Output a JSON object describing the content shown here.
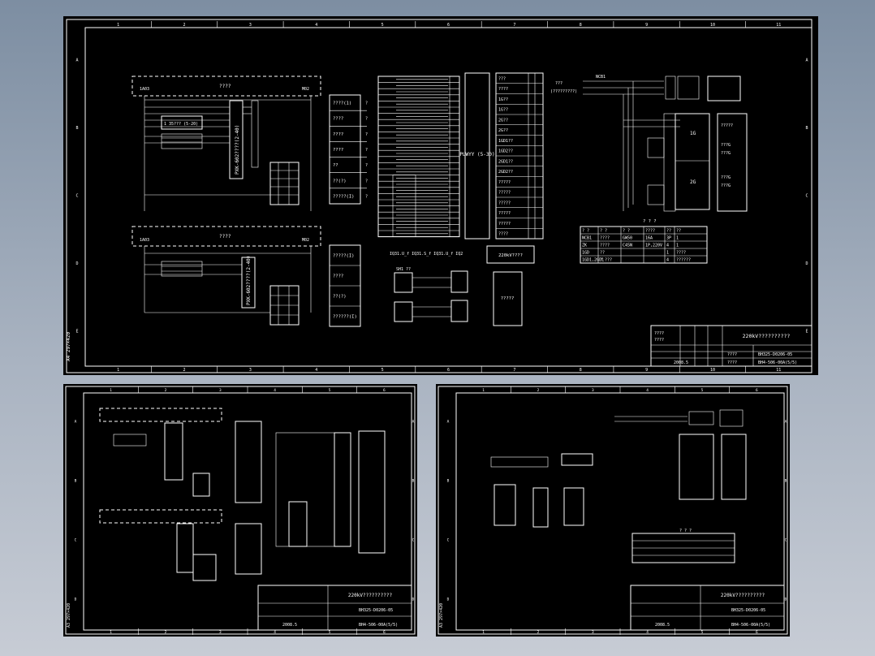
{
  "main": {
    "col_numbers": [
      "1",
      "2",
      "3",
      "4",
      "5",
      "6",
      "7",
      "8",
      "9",
      "10",
      "11"
    ],
    "row_letters": [
      "A",
      "B",
      "C",
      "D",
      "E"
    ],
    "side_note": "A4 297×420",
    "bus_label_top": "????",
    "bus_label_bottom": "????",
    "relay_label_top": "PXK-602????(2-40)",
    "relay_label_bottom": "PXK-602????(2-40)",
    "device_a": "1 35??? (5-20)",
    "mid_boxes": [
      "????(1)",
      "????",
      "????",
      "????",
      "??",
      "??(?)",
      "?????(I)"
    ],
    "mid_boxes_low": [
      "?????(I)",
      "????",
      "??(?)",
      "??????(I)"
    ],
    "big_block_label": "PLWYY (5-30)",
    "right_list": [
      "???",
      "????",
      "1G??",
      "1G??",
      "2G??",
      "2G??",
      "1GD1??",
      "1GD2??",
      "2GD1??",
      "2GD2??",
      "?????",
      "?????",
      "?????",
      "?????",
      "?????",
      "????"
    ],
    "formula": "IQ31.U_f IQ31.S_f IQ31.U_f IQ2",
    "station_box": "220kV????",
    "small_box": "?????",
    "lower_relay_top": "SH1 ??",
    "table_title": "? ? ?",
    "table_head": [
      "? ?",
      "? ?",
      "? ?",
      "????",
      "??",
      "??"
    ],
    "table_rows": [
      [
        "NCB1",
        "????",
        "GW50",
        "16A",
        "3P",
        "1"
      ],
      [
        "ZK",
        "????",
        "C45N",
        "1P,220V",
        "4",
        "1"
      ],
      [
        "1GD",
        "??",
        "",
        "",
        "1",
        "????"
      ],
      [
        "1GD1,2GD1",
        "? ???",
        "",
        "",
        "4",
        "??????"
      ]
    ],
    "title_block": {
      "title": "220kV??????????",
      "drawing_no": "BH325-D0206-05",
      "ref_no": "BH4-506-00A(5/5)",
      "date": "2008.5",
      "rows": [
        "????",
        "????",
        "????",
        "????"
      ]
    }
  },
  "preview_left": {
    "title": "220kV??????????",
    "drawing_no": "BH325-D0206-05",
    "ref_no": "BH4-506-00A(5/5)",
    "date": "2008.5",
    "side_note": "A3 297×420",
    "col_numbers": [
      "1",
      "2",
      "3",
      "4",
      "5",
      "6"
    ],
    "row_letters": [
      "A",
      "B",
      "C",
      "D"
    ]
  },
  "preview_right": {
    "title": "220kV??????????",
    "drawing_no": "BH325-D0206-05",
    "ref_no": "BH4-506-00A(5/5)",
    "date": "2008.5",
    "side_note": "A3 297×420",
    "col_numbers": [
      "1",
      "2",
      "3",
      "4",
      "5",
      "6"
    ],
    "row_letters": [
      "A",
      "B",
      "C",
      "D"
    ],
    "table_title": "? ? ?"
  }
}
